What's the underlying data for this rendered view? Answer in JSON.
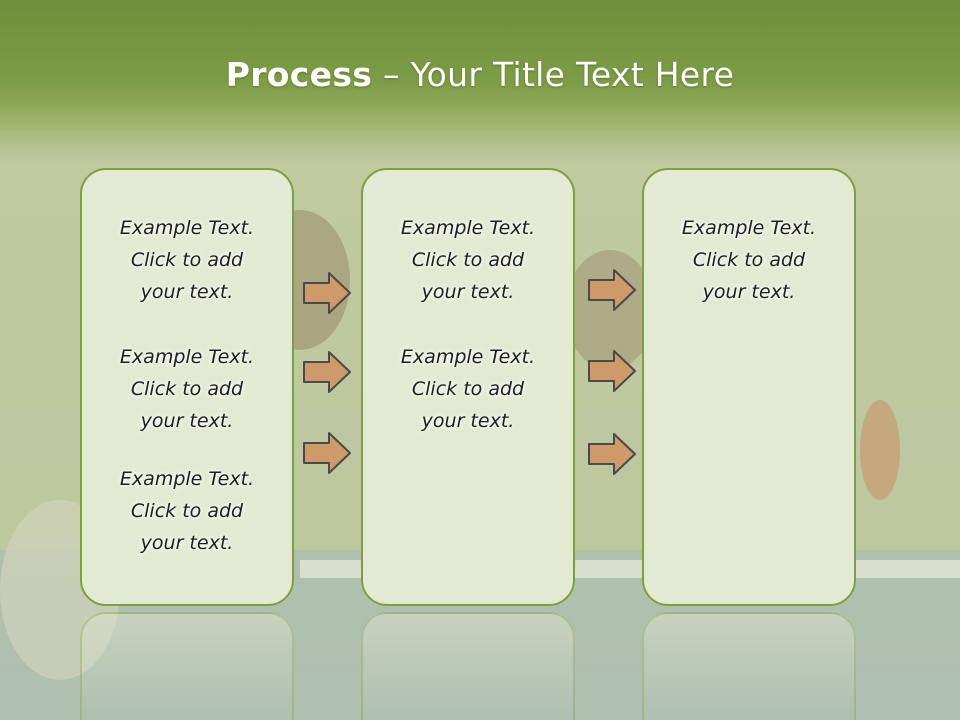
{
  "title": {
    "bold": "Process",
    "rest": " – Your Title Text Here"
  },
  "columns": [
    {
      "blocks": [
        [
          "Example Text.",
          "Click  to add",
          "your text."
        ],
        [
          "Example Text.",
          "Click  to add",
          "your text."
        ],
        [
          "Example Text.",
          "Click  to add",
          "your text."
        ]
      ]
    },
    {
      "blocks": [
        [
          "Example Text.",
          "Click  to add",
          "your text."
        ],
        [
          "Example Text.",
          "Click  to add",
          "your text."
        ]
      ]
    },
    {
      "blocks": [
        [
          "Example Text.",
          "Click  to add",
          "your text."
        ]
      ]
    }
  ],
  "colors": {
    "title_bar": "#7d9c45",
    "box_fill": "#e3ead3",
    "box_border": "#7f9f3f",
    "arrow_fill": "#cf9a6a",
    "arrow_stroke": "#4a4a4a"
  },
  "icons": {
    "arrow": "right-arrow-icon"
  }
}
